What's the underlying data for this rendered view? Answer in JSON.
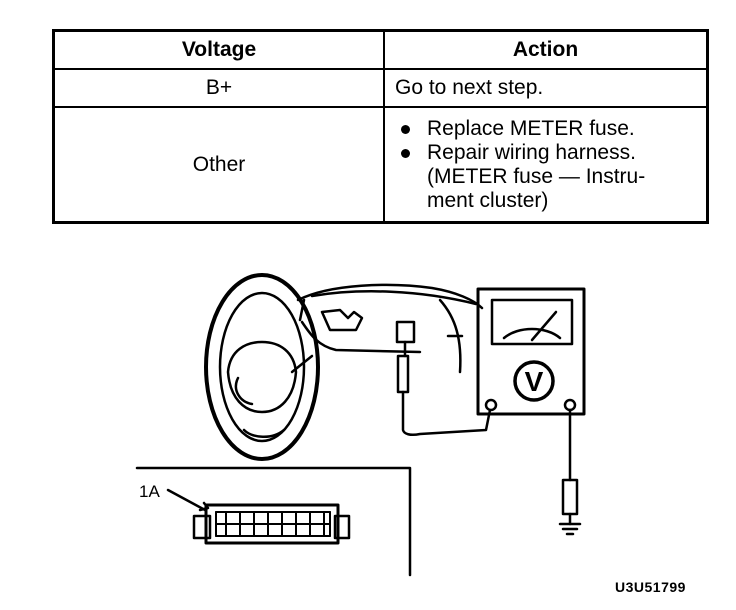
{
  "table": {
    "headers": {
      "voltage": "Voltage",
      "action": "Action"
    },
    "rows": [
      {
        "voltage": "B+",
        "action": [
          "Go to next step."
        ]
      },
      {
        "voltage": "Other",
        "action": [
          "Replace METER fuse.",
          "Repair wiring harness.",
          "(METER fuse — Instru-",
          "ment cluster)"
        ]
      }
    ]
  },
  "figure": {
    "connector_label": "1A",
    "meter_symbol": "V",
    "figure_code": "U3U51799"
  }
}
